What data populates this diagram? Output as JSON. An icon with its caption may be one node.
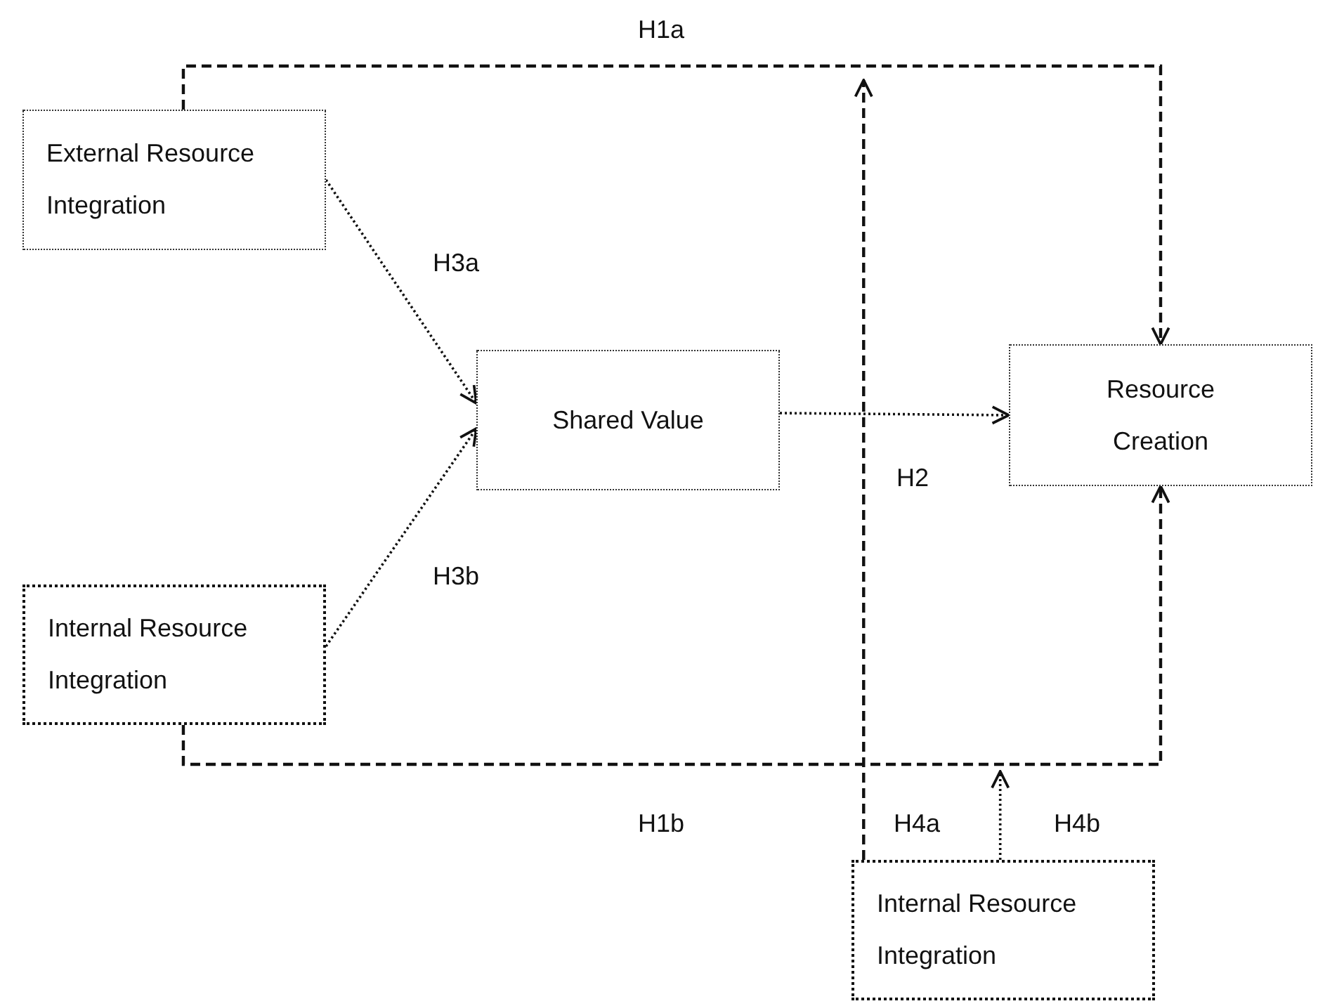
{
  "diagram": {
    "nodes": [
      {
        "text": [
          "External Resource Integration"
        ]
      },
      {
        "text": [
          "Shared Value"
        ]
      },
      {
        "text": [
          "Resource Creation"
        ]
      },
      {
        "text": [
          "Internal Resource Integration"
        ]
      },
      {
        "text": [
          "Internal Resource Integration"
        ]
      }
    ],
    "edges": [
      {
        "from": 0,
        "to": 2,
        "arrow": "to",
        "label": "H1a",
        "style": "dashed"
      },
      {
        "from": 3,
        "to": 2,
        "arrow": "to",
        "label": "H1b",
        "style": "dashed"
      },
      {
        "from": 0,
        "to": 1,
        "arrow": "to",
        "label": "H3a"
      },
      {
        "from": 3,
        "to": 1,
        "arrow": "to",
        "label": "H3b"
      },
      {
        "from": 1,
        "to": 2,
        "arrow": "to",
        "label": "H2"
      },
      {
        "from": 4,
        "to": null,
        "arrow": "to",
        "label": "H4a",
        "style": "dashed"
      },
      {
        "from": 4,
        "to": null,
        "arrow": "to",
        "label": "H4b"
      }
    ]
  }
}
